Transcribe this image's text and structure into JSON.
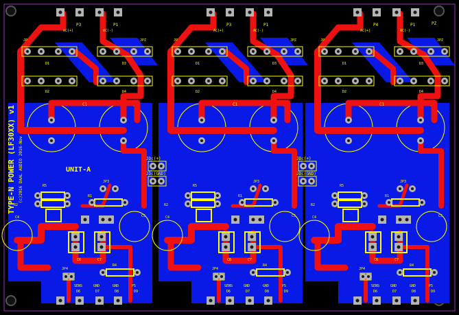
{
  "colors": {
    "background": "#000000",
    "bottom_copper": "#0a1ae6",
    "top_copper": "#ee1111",
    "silkscreen": "#ffff00",
    "pad": "#b4b4b4",
    "hole": "#1a1a1a",
    "outline": "#9a30b8"
  },
  "board": {
    "title": "TYPE-N POWER (LF30XX) v1",
    "subtitle": "(c)2016 DAAL AUDIO 2016-Nov",
    "unit_label": "UNIT-A"
  },
  "units": [
    {
      "top_connectors": [
        "P3",
        "P1"
      ],
      "top_small": [
        "AC(+)",
        "AC(-)"
      ],
      "jp_left": "JP",
      "jp_right": "JPZ",
      "diodes": [
        "D1",
        "D3",
        "D2",
        "D4"
      ],
      "cap": "C1",
      "jp3": "JP3",
      "jp4": "JP4",
      "caps_small": [
        "C4",
        "C5",
        "C6",
        "C7"
      ],
      "r5": "R5",
      "r1": "R1",
      "r2": "R2",
      "r4": "R4",
      "bottom_labels": [
        "SENS",
        "GND",
        "GND",
        "P5"
      ],
      "bottom_sub": [
        "D6",
        "D7",
        "D8",
        "D9"
      ]
    },
    {
      "top_connectors": [
        "P3",
        "P1"
      ],
      "top_small": [
        "AC(+)",
        "AC(-)"
      ],
      "jp_left": "JP",
      "jp_right": "JPZ",
      "diodes": [
        "D1",
        "D3",
        "D2",
        "D4"
      ],
      "cap": "C1",
      "jp3": "JP3",
      "jp4": "JP4",
      "caps_small": [
        "C4",
        "C5",
        "C6",
        "C7"
      ],
      "r5": "R5",
      "r1": "R1",
      "r2": "R2",
      "r4": "R4",
      "bottom_labels": [
        "SENS",
        "GND",
        "GND",
        "P5"
      ],
      "bottom_sub": [
        "D6",
        "D7",
        "D8",
        "D9"
      ]
    },
    {
      "top_connectors": [
        "P4",
        "P1",
        "PZ"
      ],
      "top_small": [
        "AC(+)",
        "AC(-)"
      ],
      "jp_left": "JP",
      "jp_right": "JPZ",
      "diodes": [
        "D1",
        "D3",
        "D2",
        "D4"
      ],
      "cap": "C1",
      "jp3": "JP3",
      "jp4": "JP4",
      "caps_small": [
        "C4",
        "C5",
        "C6",
        "C7"
      ],
      "r5": "R5",
      "r1": "R1",
      "r2": "R2",
      "r4": "R4",
      "bottom_labels": [
        "SENS",
        "GND",
        "GND",
        "P5"
      ],
      "bottom_sub": [
        "D6",
        "D7",
        "D8",
        "D9"
      ]
    }
  ],
  "jumpers": [
    {
      "label": "JDc(+)"
    },
    {
      "label": "JDc(GND)"
    },
    {
      "label": "JDc(+)"
    },
    {
      "label": "JDc(GND)"
    }
  ]
}
